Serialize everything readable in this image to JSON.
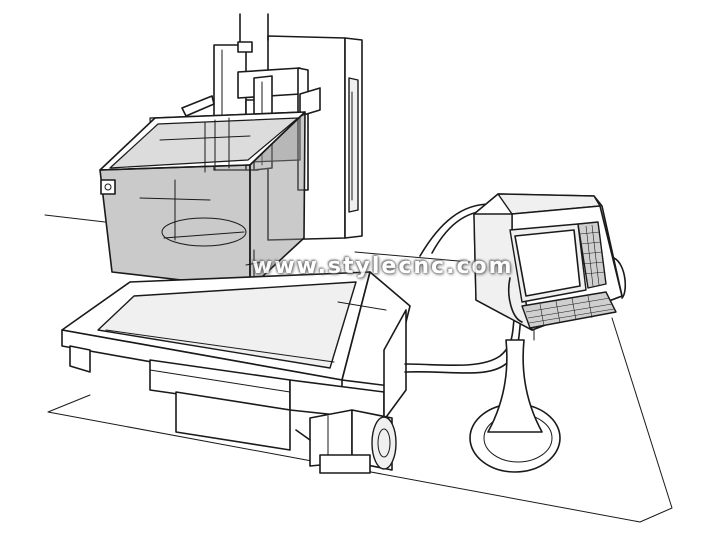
{
  "watermark": {
    "text": "www.stylecnc.com"
  },
  "colors": {
    "line": "#1a1a1a",
    "tank_glass": "#8a8a8a",
    "panel_light": "#f0f0f0",
    "panel_dark": "#cfcfcf",
    "background": "#ffffff"
  },
  "icons": [
    "edm-machine-illustration",
    "dielectric-tank",
    "work-table",
    "control-console",
    "pump-motor",
    "cable"
  ]
}
